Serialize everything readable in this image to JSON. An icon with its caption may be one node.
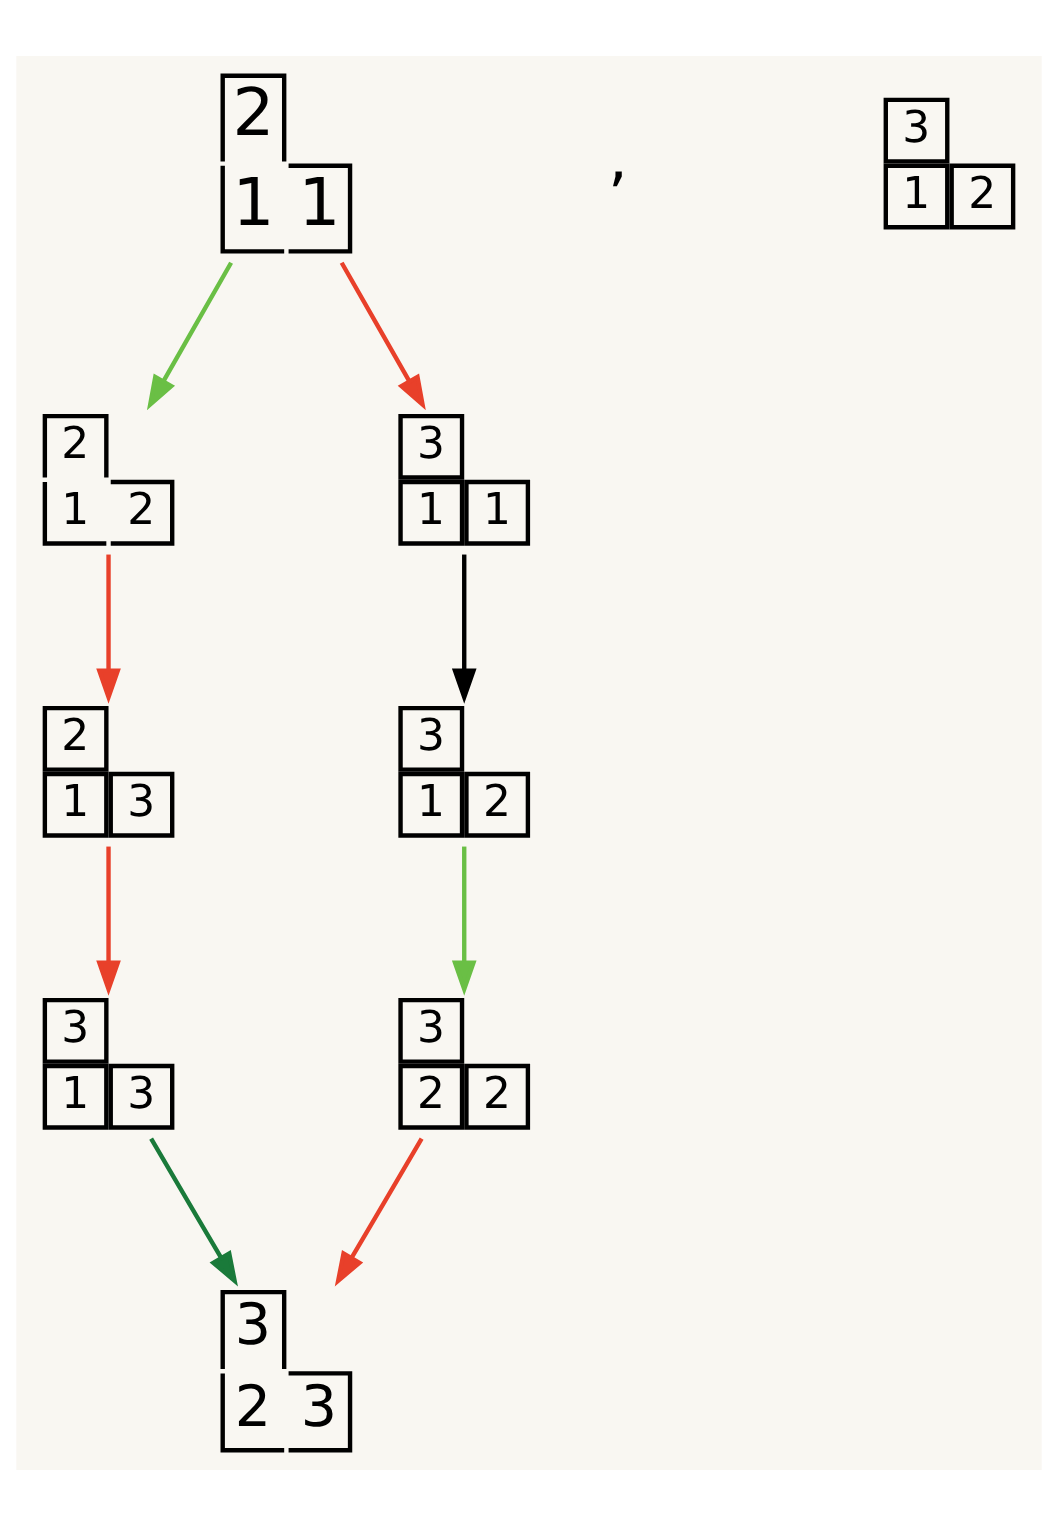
{
  "diagram": {
    "nodes": [
      {
        "text": [
          "2",
          "1",
          "1"
        ]
      },
      {
        "text": [
          "3",
          "1",
          "2"
        ]
      },
      {
        "text": [
          "2",
          "1",
          "2"
        ]
      },
      {
        "text": [
          "3",
          "1",
          "1"
        ]
      },
      {
        "text": [
          "3",
          "1",
          "2"
        ]
      },
      {
        "text": [
          "2",
          "1",
          "3"
        ]
      },
      {
        "text": [
          "3",
          "2",
          "2"
        ]
      },
      {
        "text": [
          "3",
          "1",
          "3"
        ]
      },
      {
        "text": [
          "3",
          "2",
          "3"
        ]
      }
    ],
    "edges": [
      {
        "from": 0,
        "to": 2,
        "arrow": "to",
        "color": "#6abf45"
      },
      {
        "from": 0,
        "to": 3,
        "arrow": "to",
        "color": "#e8402a"
      },
      {
        "from": 3,
        "to": 4,
        "arrow": "to",
        "color": "#000000"
      },
      {
        "from": 2,
        "to": 5,
        "arrow": "to",
        "color": "#e8402a"
      },
      {
        "from": 4,
        "to": 6,
        "arrow": "to",
        "color": "#6abf45"
      },
      {
        "from": 5,
        "to": 7,
        "arrow": "to",
        "color": "#e8402a"
      },
      {
        "from": 6,
        "to": 8,
        "arrow": "to",
        "color": "#e8402a"
      },
      {
        "from": 7,
        "to": 8,
        "arrow": "to",
        "color": "#1a7a3a"
      }
    ],
    "labels": [
      ","
    ]
  }
}
